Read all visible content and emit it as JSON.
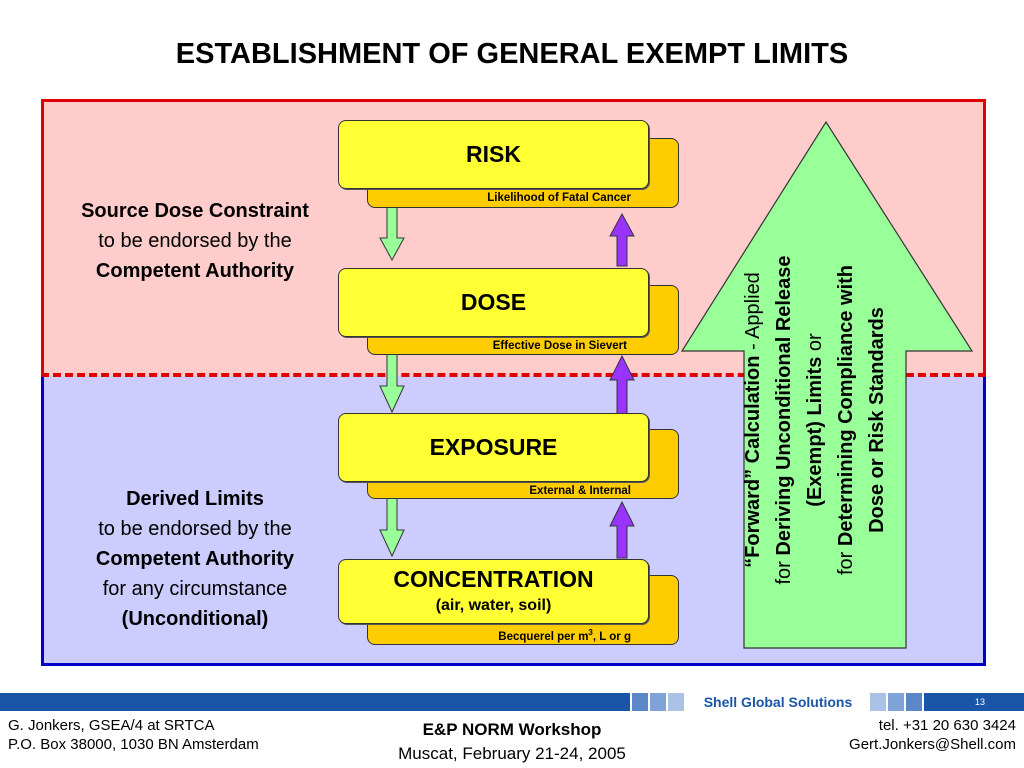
{
  "title": "ESTABLISHMENT OF GENERAL EXEMPT LIMITS",
  "left_top": {
    "line1": "Source Dose Constraint",
    "line2": "to be endorsed by the",
    "line3": "Competent Authority"
  },
  "left_bottom": {
    "line1": "Derived Limits",
    "line2": "to be endorsed by the",
    "line3": "Competent Authority",
    "line4": "for any circumstance",
    "line5": "(Unconditional)"
  },
  "boxes": [
    {
      "label": "RISK",
      "caption": "Likelihood of Fatal Cancer"
    },
    {
      "label": "DOSE",
      "caption": "Effective Dose in Sievert"
    },
    {
      "label": "EXPOSURE",
      "caption": "External & Internal"
    },
    {
      "label": "CONCENTRATION",
      "sublabel": "(air, water, soil)",
      "caption_pre": "Becquerel per m",
      "caption_sup": "3",
      "caption_post": ", L or g"
    }
  ],
  "arrow_text": {
    "line1_a": "“Forward” Calculation",
    "line1_b": " - Applied",
    "line2_a": "for ",
    "line2_b": "Deriving Unconditional Release",
    "line3_a": "(Exempt) Limits",
    "line3_b": " or",
    "line4_a": "for ",
    "line4_b": "Determining Compliance with",
    "line5": "Dose or Risk Standards"
  },
  "colors": {
    "top_panel": "#ffcccc",
    "bottom_panel": "#ccccff",
    "box": "#ffff33",
    "box_shadow": "#ffcc00",
    "down_arrow": "#99ff99",
    "up_arrow": "#9933ff",
    "big_arrow": "#99ff99"
  },
  "footer": {
    "brand": "Shell Global Solutions",
    "page": "13",
    "left_line1": "G. Jonkers, GSEA/4 at SRTCA",
    "left_line2": "P.O. Box 38000, 1030 BN Amsterdam",
    "center_line1": "E&P NORM Workshop",
    "center_line2": "Muscat, February 21-24, 2005",
    "right_line1": "tel. +31 20 630 3424",
    "right_line2": "Gert.Jonkers@Shell.com"
  }
}
